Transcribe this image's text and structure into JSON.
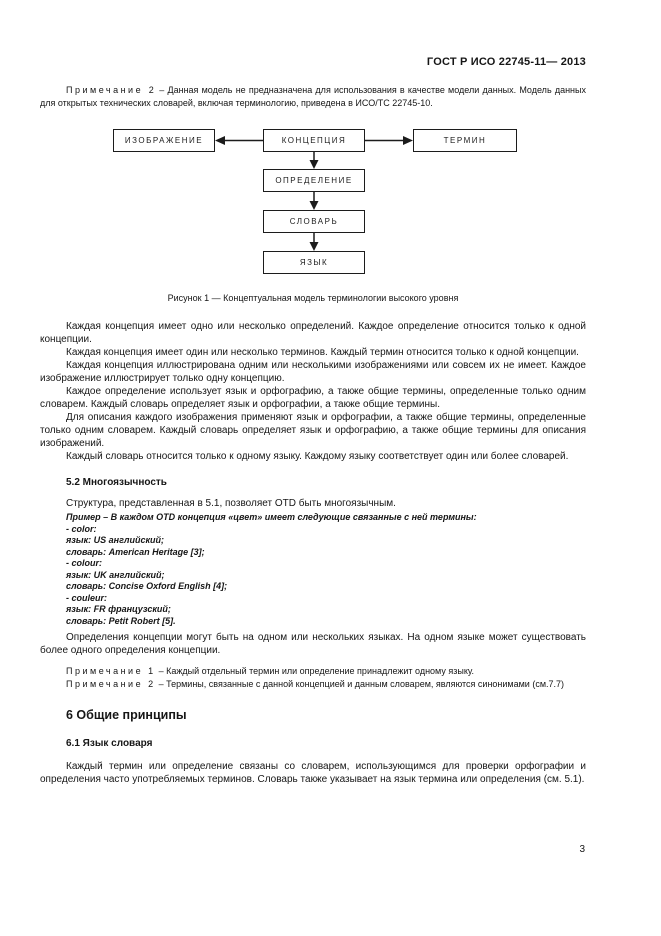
{
  "header": "ГОСТ Р ИСО 22745-11— 2013",
  "top_note": {
    "label": "Примечание 2",
    "text": "– Данная модель не предназначена для использования в качестве модели данных. Модель данных для открытых технических словарей, включая терминологию, приведена в ИСО/ТС 22745-10."
  },
  "figure": {
    "boxes": {
      "image": "ИЗОБРАЖЕНИЕ",
      "concept": "КОНЦЕПЦИЯ",
      "term": "ТЕРМИН",
      "definition": "ОПРЕДЕЛЕНИЕ",
      "dictionary": "СЛОВАРЬ",
      "language": "ЯЗЫК"
    },
    "caption": "Рисунок 1 — Концептуальная модель терминологии высокого уровня"
  },
  "s51": {
    "paragraphs": [
      "Каждая концепция имеет одно или несколько определений. Каждое определение относится только к одной концепции.",
      "Каждая концепция имеет один или несколько терминов. Каждый термин относится только к одной концепции.",
      "Каждая концепция иллюстрирована одним или несколькими изображениями или совсем их не имеет. Каждое изображение иллюстрирует только одну концепцию.",
      "Каждое определение использует язык и орфографию, а также общие термины, определенные только одним словарем. Каждый словарь определяет язык и орфографии, а также общие термины.",
      "Для описания каждого изображения применяют язык и орфографии, а также общие термины, определенные только одним словарем. Каждый словарь определяет язык и орфографию, а также общие термины для описания изображений.",
      "Каждый словарь относится только к одному языку. Каждому языку соответствует один или более словарей."
    ]
  },
  "s52": {
    "heading": "5.2 Многоязычность",
    "intro": "Структура, представленная в 5.1, позволяет OTD быть многоязычным.",
    "example_intro": "Пример – В каждом OTD концепция «цвет» имеет следующие связанные с ней термины:",
    "example_lines": [
      "- color:",
      "язык: US английский;",
      "словарь: American Heritage [3];",
      "- colour:",
      "язык: UK английский;",
      "словарь: Concise Oxford English [4];",
      "- couleur:",
      "язык: FR французский;",
      "словарь: Petit Robert [5]."
    ],
    "closing": "Определения концепции могут быть на одном или нескольких языках. На одном языке может существовать более одного определения концепции.",
    "note1_label": "Примечание 1",
    "note1_text": "– Каждый отдельный термин или определение принадлежит одному языку.",
    "note2_label": "Примечание 2",
    "note2_text": "– Термины, связанные с данной концепцией и данным словарем, являются синонимами (см.7.7)"
  },
  "s6": {
    "heading": "6 Общие принципы",
    "sub_heading": "6.1 Язык словаря",
    "paragraph": "Каждый термин или определение связаны со словарем, использующимся для проверки орфографии и определения часто употребляемых терминов. Словарь также указывает на язык термина или определения (см. 5.1)."
  },
  "page_number": "3"
}
